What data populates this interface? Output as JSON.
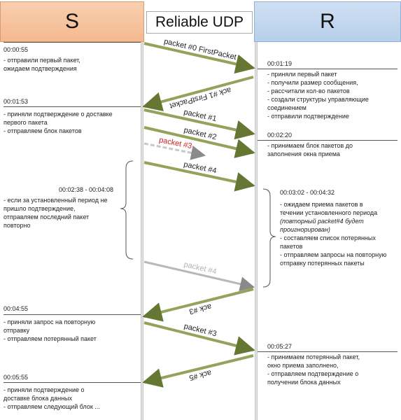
{
  "header": {
    "sender": "S",
    "receiver": "R",
    "title": "Reliable UDP"
  },
  "arrows": [
    {
      "label": "packet #0 FirstPacket",
      "dir": "s_to_r",
      "style": "normal"
    },
    {
      "label": "ack #1 FirstPacket",
      "dir": "r_to_s",
      "style": "normal"
    },
    {
      "label": "packet #1",
      "dir": "s_to_r",
      "style": "normal"
    },
    {
      "label": "packet #2",
      "dir": "s_to_r",
      "style": "normal"
    },
    {
      "label": "packet #3",
      "dir": "s_to_r",
      "style": "lost"
    },
    {
      "label": "packet #4",
      "dir": "s_to_r",
      "style": "normal"
    },
    {
      "label": "packet #4",
      "dir": "s_to_r",
      "style": "repeat"
    },
    {
      "label": "ack #3",
      "dir": "r_to_s",
      "style": "normal"
    },
    {
      "label": "packet #3",
      "dir": "s_to_r",
      "style": "normal"
    },
    {
      "label": "ack #5",
      "dir": "r_to_s",
      "style": "normal"
    }
  ],
  "sender_notes": [
    {
      "time": "00:00:55",
      "lines": [
        "- отправили первый пакет,",
        "ожидаем подтверждения"
      ]
    },
    {
      "time": "00:01:53",
      "lines": [
        "- приняли подтверждение о  доставке",
        "первого пакета",
        "- отправляем блок пакетов"
      ]
    },
    {
      "time": "00:02:38 - 00:04:08",
      "lines": [
        "- если за установленный период не",
        "пришло подтверждение,",
        "отправляем последний пакет",
        "повторно"
      ]
    },
    {
      "time": "00:04:55",
      "lines": [
        "- приняли запрос на повторную",
        "отправку",
        "- отправляем потерянный пакет"
      ]
    },
    {
      "time": "00:05:55",
      "lines": [
        "- приняли подтверждение о",
        "доставке блока данных",
        "- отправляем следующий блок ..."
      ]
    }
  ],
  "receiver_notes": [
    {
      "time": "00:01:19",
      "lines": [
        "- приняли первый пакет",
        "- получили размер сообщения,",
        "- рассчитали кол-во пакетов",
        "- создали структуры управляющие",
        "соединением",
        "- отправили подтверждение"
      ]
    },
    {
      "time": "00:02:20",
      "lines": [
        "- принимаем блок пакетов до",
        "заполнения окна приема"
      ]
    },
    {
      "time": "00:03:02 - 00:04:32",
      "lines": [
        "- ожидаем приема пакетов в",
        "течении установленного периода",
        "(повторный packet#4 будет",
        "проигнорирован)",
        "- составляем список потерянных",
        "пакетов",
        "- отправляем запросы на повторную",
        "отправку потерянных пакеты"
      ]
    },
    {
      "time": "00:05:27",
      "lines": [
        "- принимаем потерянный пакет,",
        "окно приема заполнено,",
        "- отправляем подтверждение о",
        "получении блока данных"
      ]
    }
  ],
  "colors": {
    "arrow_normal": "#94a35a",
    "arrow_repeat": "#b8b8b8",
    "arrow_lost": "#c9c9c9",
    "lost_label": "#d21f1f",
    "repeat_label": "#b3b3b3"
  }
}
